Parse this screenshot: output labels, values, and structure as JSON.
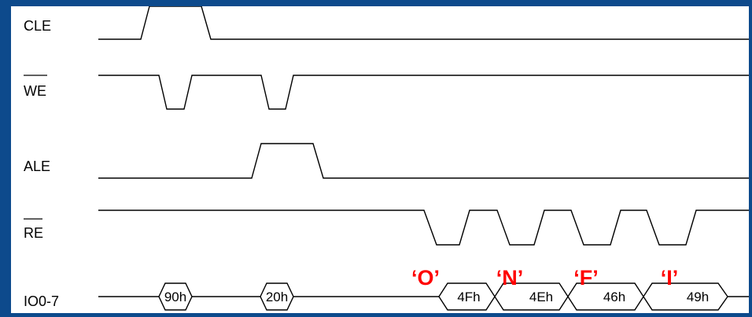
{
  "signals": [
    {
      "id": "cle",
      "label": "CLE",
      "overbar": false
    },
    {
      "id": "we",
      "label": "WE",
      "overbar": true
    },
    {
      "id": "ale",
      "label": "ALE",
      "overbar": false
    },
    {
      "id": "re",
      "label": "RE",
      "overbar": true
    },
    {
      "id": "io",
      "label": "IO0-7",
      "overbar": false
    }
  ],
  "bus_values": [
    "90h",
    "20h",
    "4Fh",
    "4Eh",
    "46h",
    "49h"
  ],
  "ascii_annotations": [
    "‘O’",
    "‘N’",
    "‘F’",
    "‘I’"
  ],
  "colors": {
    "frame": "#0d4a8c",
    "panel": "#ffffff",
    "trace": "#000000",
    "annotation": "#ff0000"
  }
}
